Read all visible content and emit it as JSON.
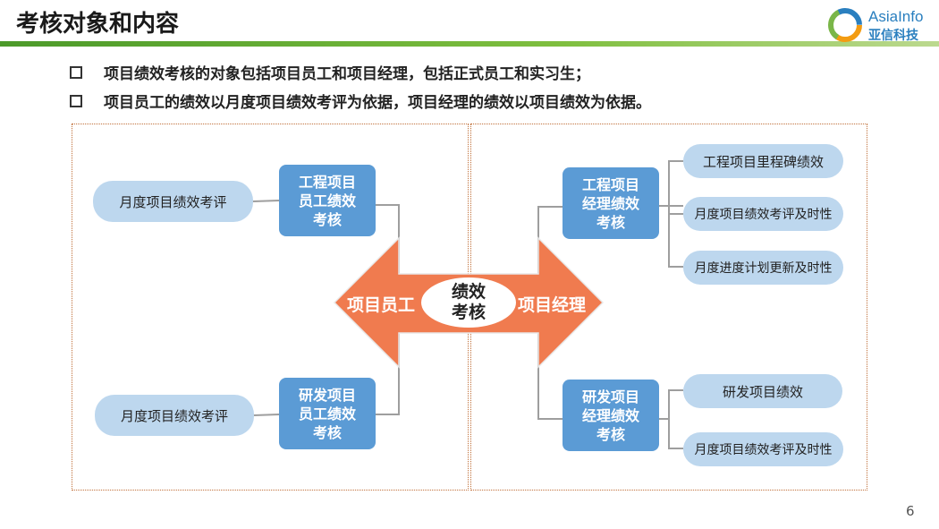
{
  "slide": {
    "title": "考核对象和内容",
    "page_number": "6",
    "accent_color": "#5b9bd5",
    "arrow_color": "#f07b4f"
  },
  "logo": {
    "en": "AsiaInfo",
    "cn": "亚信科技"
  },
  "bullets": [
    "项目绩效考核的对象包括项目员工和项目经理，包括正式员工和实习生；",
    "项目员工的绩效以月度项目绩效考评为依据，项目经理的绩效以项目绩效为依据。"
  ],
  "diagram": {
    "center": {
      "line1": "绩效",
      "line2": "考核"
    },
    "left_arrow": "项目员工",
    "right_arrow": "项目经理",
    "left": {
      "top_box": {
        "line1": "工程项目",
        "line2": "员工绩效",
        "line3": "考核"
      },
      "top_pill": "月度项目绩效考评",
      "bottom_box": {
        "line1": "研发项目",
        "line2": "员工绩效",
        "line3": "考核"
      },
      "bottom_pill": "月度项目绩效考评"
    },
    "right": {
      "top_box": {
        "line1": "工程项目",
        "line2": "经理绩效",
        "line3": "考核"
      },
      "top_items": [
        "工程项目里程碑绩效",
        "月度项目绩效考评及时性",
        "月度进度计划更新及时性"
      ],
      "bottom_box": {
        "line1": "研发项目",
        "line2": "经理绩效",
        "line3": "考核"
      },
      "bottom_items": [
        "研发项目绩效",
        "月度项目绩效考评及时性"
      ]
    }
  }
}
